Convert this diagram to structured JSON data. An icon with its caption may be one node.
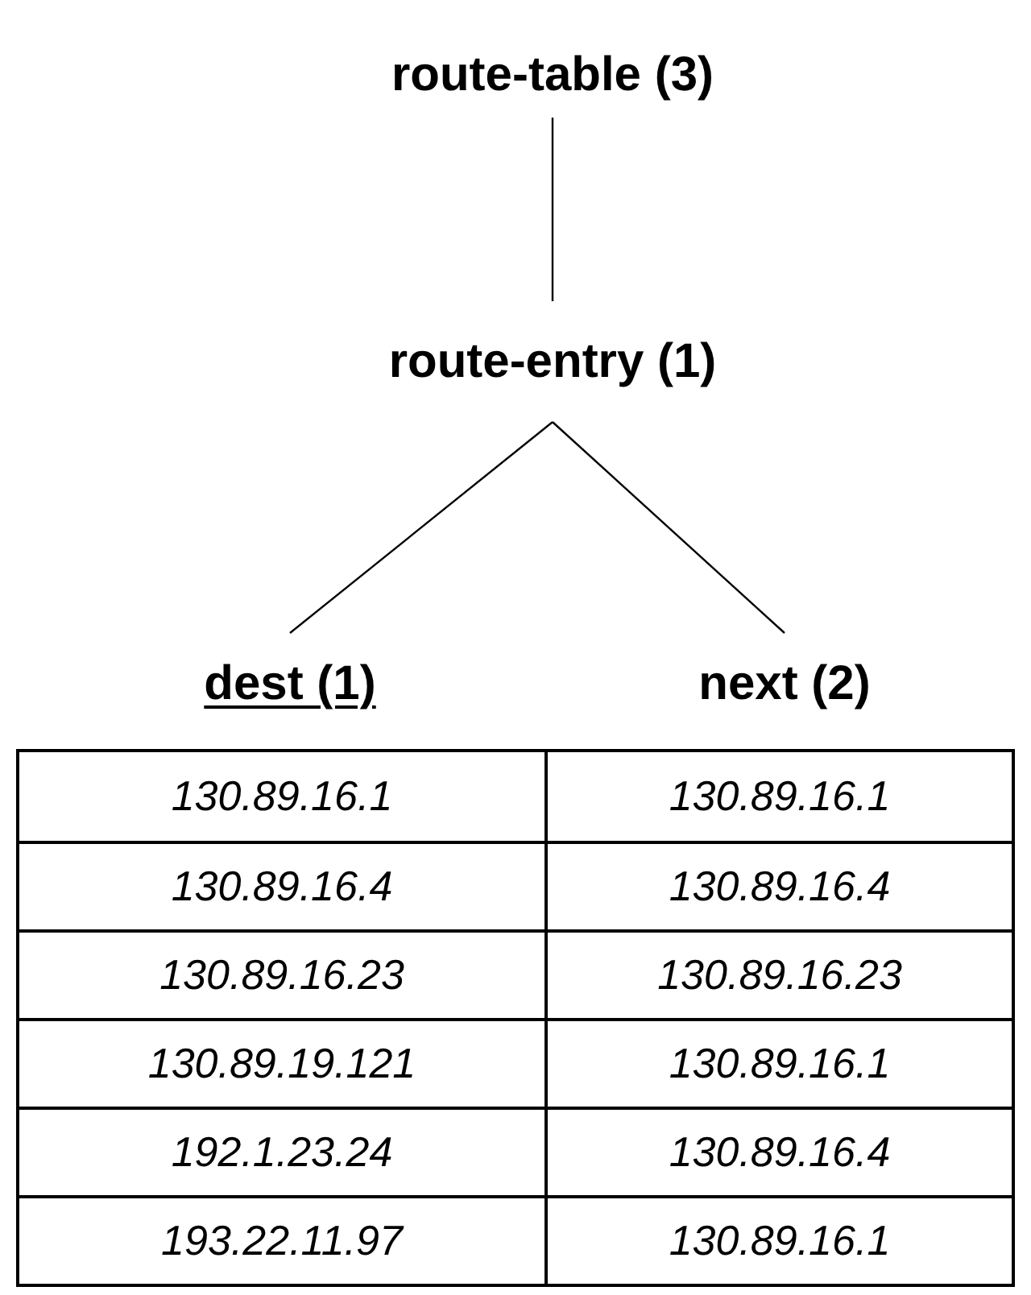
{
  "diagram": {
    "nodes": [
      {
        "text": [
          "route-table (3)"
        ]
      },
      {
        "text": [
          "route-entry (1)"
        ]
      },
      {
        "text": [
          "dest (1)"
        ]
      },
      {
        "text": [
          "next (2)"
        ]
      }
    ],
    "edges": [
      {
        "from": 0,
        "to": 1,
        "arrow": "none"
      },
      {
        "from": 1,
        "to": 2,
        "arrow": "none"
      },
      {
        "from": 1,
        "to": 3,
        "arrow": "none"
      }
    ],
    "labels": [
      "130.89.16.1",
      "130.89.16.1",
      "130.89.16.4",
      "130.89.16.4",
      "130.89.16.23",
      "130.89.16.23",
      "130.89.19.121",
      "130.89.16.1",
      "192.1.23.24",
      "130.89.16.4",
      "193.22.11.97",
      "130.89.16.1"
    ]
  }
}
